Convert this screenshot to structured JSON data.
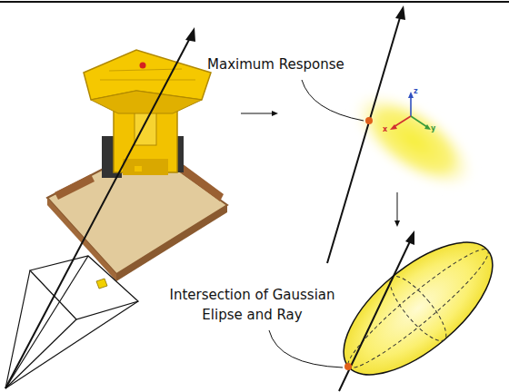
{
  "diagram": {
    "labels": [
      "Maximum Response",
      "Intersection of Gaussian Elipse and Ray",
      "z",
      "x",
      "y"
    ]
  }
}
